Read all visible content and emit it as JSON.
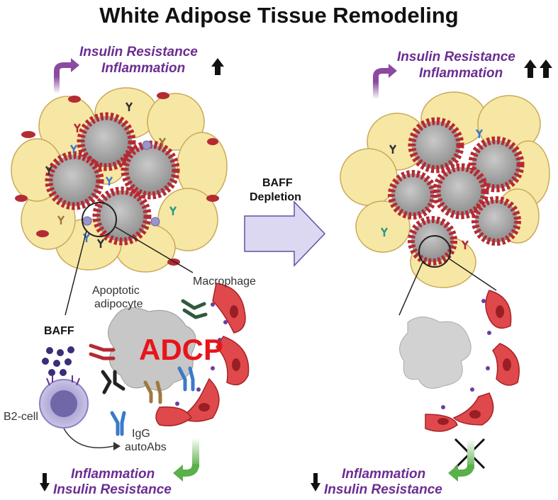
{
  "title": "White Adipose Tissue Remodeling",
  "left_panel": {
    "top_line1": "Insulin Resistance",
    "top_line2": "Inflammation",
    "bottom_line1": "Inflammation",
    "bottom_line2": "Insulin Resistance",
    "labels": {
      "apoptotic_1": "Apoptotic",
      "apoptotic_2": "adipocyte",
      "macrophage": "Macrophage",
      "baff": "BAFF",
      "adcp": "ADCP",
      "b2cell": "B2-cell",
      "igg_1": "IgG",
      "igg_2": "autoAbs"
    }
  },
  "middle": {
    "line1": "BAFF",
    "line2": "Depletion"
  },
  "right_panel": {
    "top_line1": "Insulin Resistance",
    "top_line2": "Inflammation",
    "bottom_line1": "Inflammation",
    "bottom_line2": "Insulin Resistance"
  },
  "colors": {
    "purple_text": "#6b2d91",
    "adipocyte_fill": "#f7e7a4",
    "crown_red": "#b52a33",
    "apoptotic_gray": "#a8a8a8",
    "adcp_red": "#e8141b",
    "arrow_purple": "#8b4aa0",
    "arrow_green": "#5ab04a",
    "depletion_arrow": "#dcd8f2"
  }
}
